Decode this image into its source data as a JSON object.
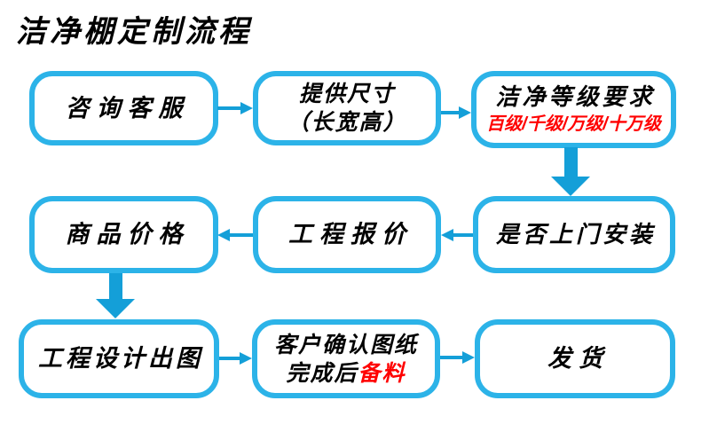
{
  "title": "洁净棚定制流程",
  "colors": {
    "box_border": "#2CB3E8",
    "arrow": "#149FD8",
    "text": "#000000",
    "highlight_red": "#FF0000",
    "background": "#FFFFFF"
  },
  "nodes": {
    "consult": {
      "label": "咨询客服"
    },
    "dimensions": {
      "line1": "提供尺寸",
      "line2": "（长宽高）"
    },
    "clean_grade": {
      "label": "洁净等级要求",
      "sub": "百级/千级/万级/十万级"
    },
    "product_price": {
      "label": "商品价格"
    },
    "project_quote": {
      "label": "工程报价"
    },
    "onsite_install": {
      "label": "是否上门安装"
    },
    "design_drawing": {
      "label": "工程设计出图"
    },
    "confirm_drawing": {
      "line1": "客户确认图纸",
      "line2_black": "完成后",
      "line2_red": "备料"
    },
    "ship": {
      "label": "发货"
    }
  }
}
